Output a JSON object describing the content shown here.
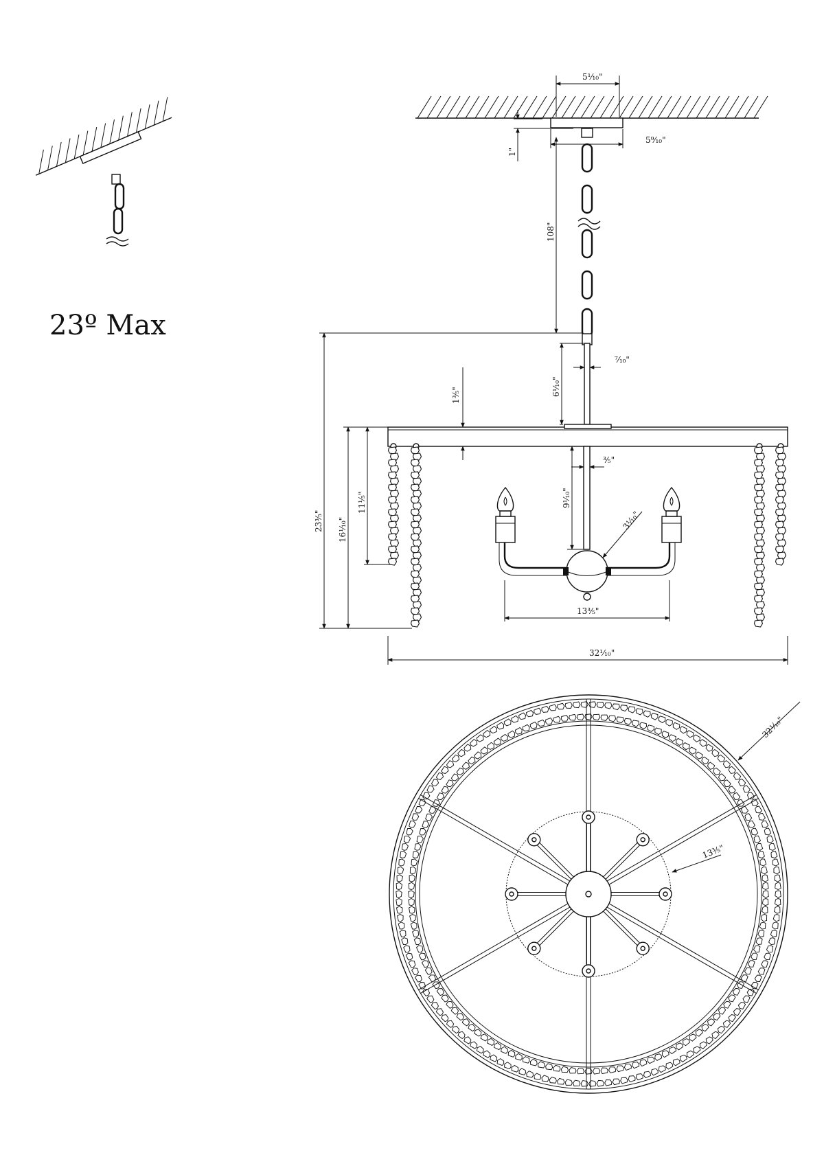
{
  "tilt_detail": {
    "label": "23º Max"
  },
  "side_view": {
    "dims": {
      "canopy_width": "5⅒\"",
      "canopy_plate": "5⁹⁄₁₀\"",
      "canopy_height": "1\"",
      "chain_length": "108\"",
      "stem_width": "⁷⁄₁₀\"",
      "stem_length": "6⅒\"",
      "ring_height": "1⅗\"",
      "center_rod_width": "⅗\"",
      "center_rod_length": "9⅒\"",
      "hub_diameter": "3⅒\"",
      "arm_span": "13⅗\"",
      "crystal_inner_drop": "11⅕\"",
      "crystal_outer_drop": "16⅒\"",
      "overall_height": "23⅗\"",
      "overall_width": "32⅒\""
    }
  },
  "bottom_view": {
    "dims": {
      "outer_diameter": "32⅒\"",
      "inner_diameter": "13⅗\""
    }
  }
}
